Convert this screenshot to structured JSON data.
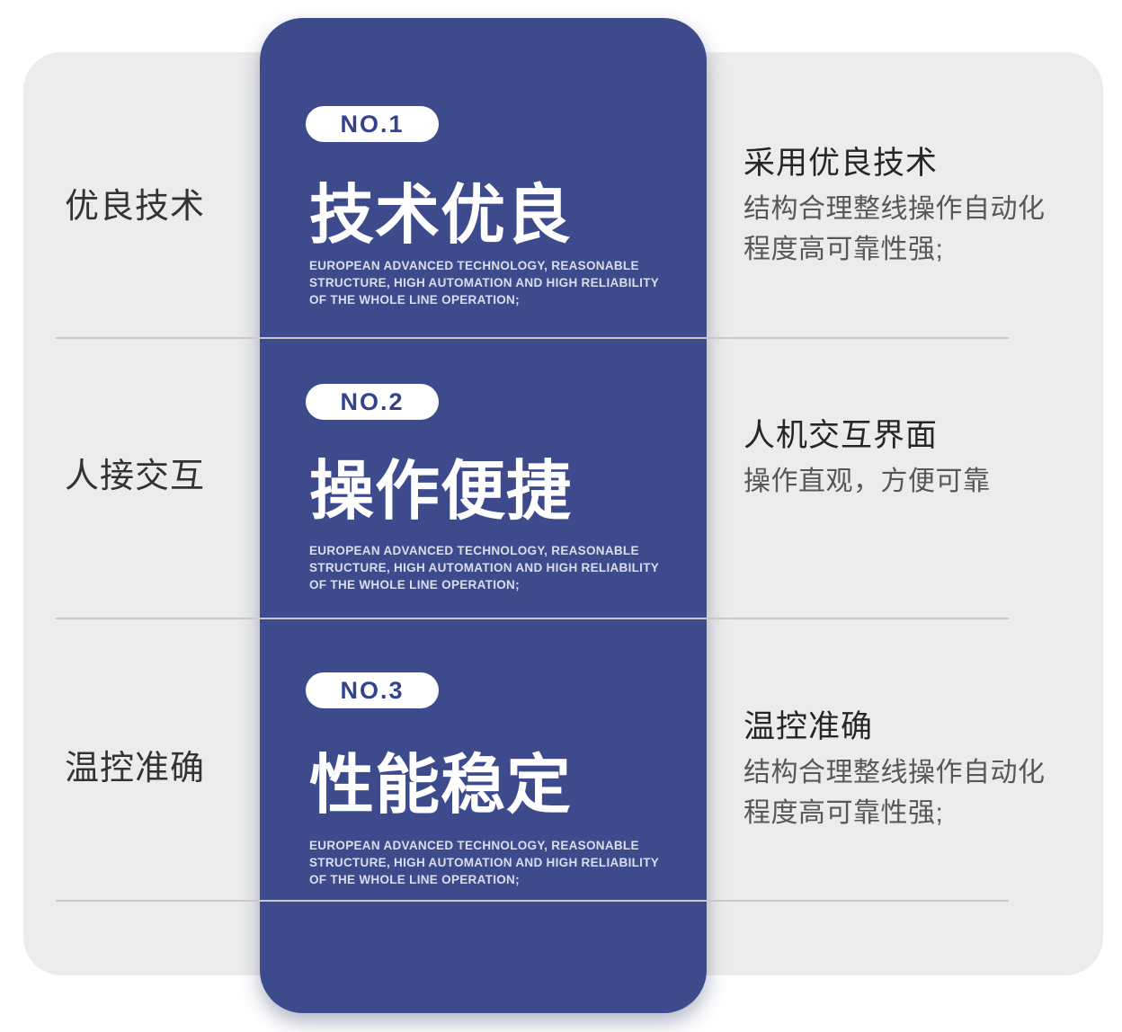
{
  "page": {
    "background_color": "#ffffff"
  },
  "panel": {
    "background_color": "#ececec"
  },
  "card": {
    "background_color": "#3d4b8c",
    "badge_text_color": "#33428a",
    "divider_color": "#c9c9c9"
  },
  "sections": [
    {
      "left_label": "优良技术",
      "badge": "NO.1",
      "heading": "技术优良",
      "sub_lines": [
        "EUROPEAN ADVANCED TECHNOLOGY, REASONABLE",
        "STRUCTURE, HIGH AUTOMATION AND HIGH RELIABILITY",
        "OF THE WHOLE LINE OPERATION;"
      ],
      "right_title": "采用优良技术",
      "right_body_line1": "结构合理整线操作自动化",
      "right_body_line2": "程度高可靠性强;"
    },
    {
      "left_label": "人接交互",
      "badge": "NO.2",
      "heading": "操作便捷",
      "sub_lines": [
        "EUROPEAN ADVANCED TECHNOLOGY, REASONABLE",
        "STRUCTURE, HIGH AUTOMATION AND HIGH RELIABILITY",
        "OF THE WHOLE LINE OPERATION;"
      ],
      "right_title": "人机交互界面",
      "right_body_line1": "操作直观，方便可靠",
      "right_body_line2": ""
    },
    {
      "left_label": "温控准确",
      "badge": "NO.3",
      "heading": "性能稳定",
      "sub_lines": [
        "EUROPEAN ADVANCED TECHNOLOGY, REASONABLE",
        "STRUCTURE, HIGH AUTOMATION AND HIGH RELIABILITY",
        "OF THE WHOLE LINE OPERATION;"
      ],
      "right_title": "温控准确",
      "right_body_line1": "结构合理整线操作自动化",
      "right_body_line2": "程度高可靠性强;"
    }
  ]
}
